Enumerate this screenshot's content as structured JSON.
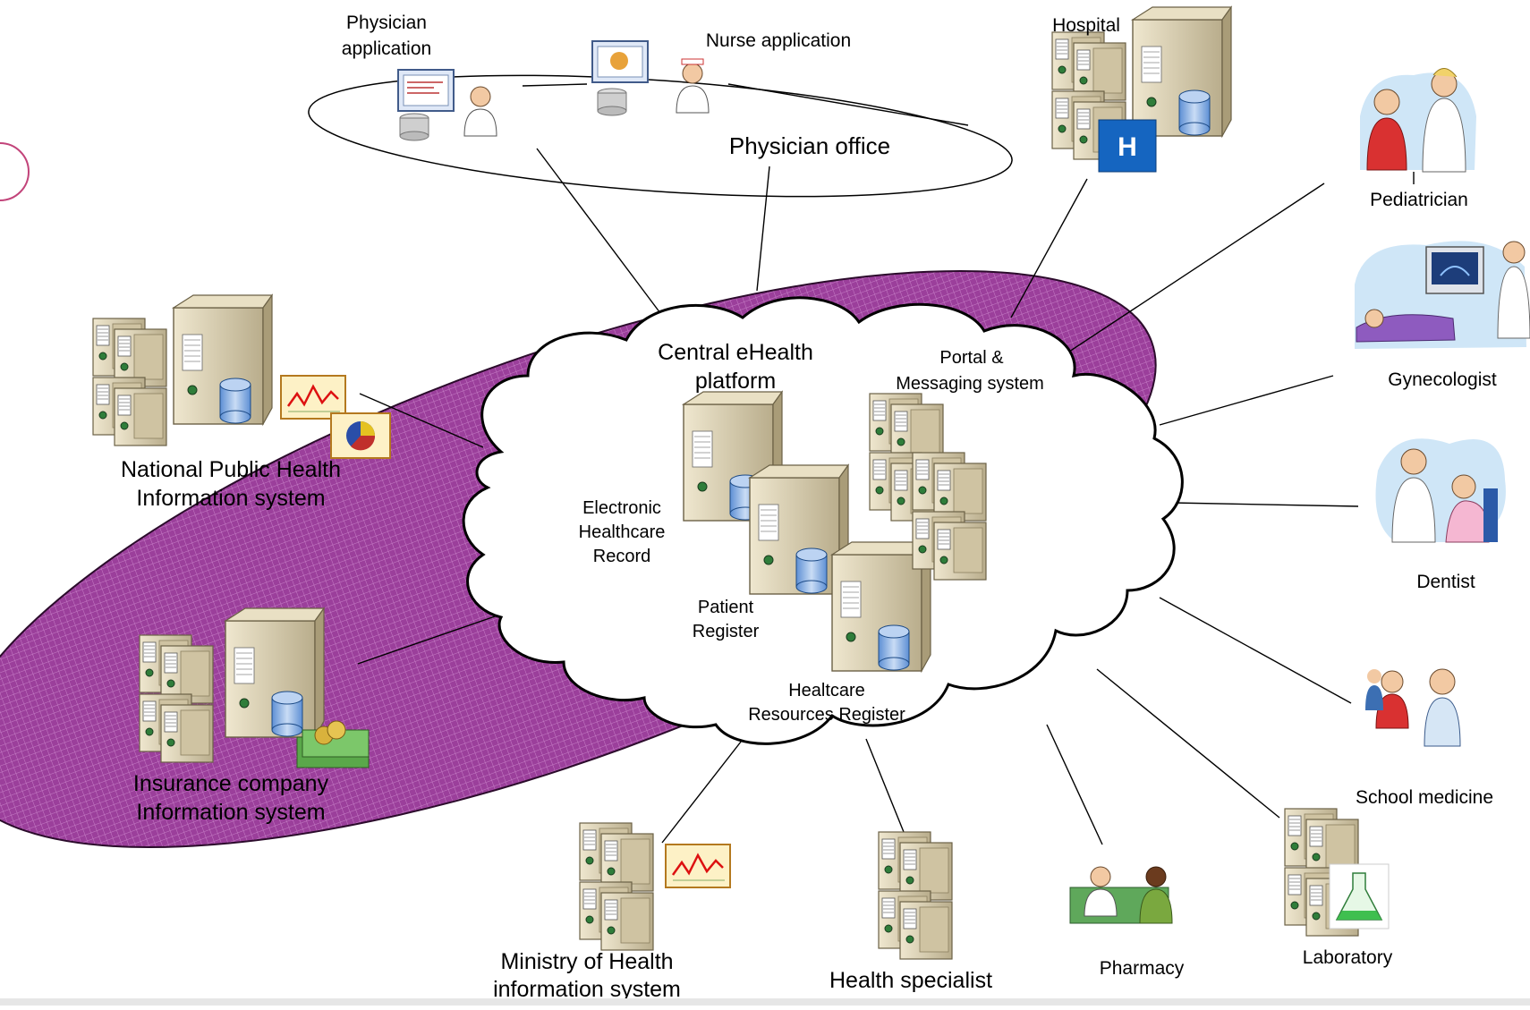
{
  "physician_office": {
    "title": "Physician office",
    "physician_app": [
      "Physician",
      "application"
    ],
    "nurse_app": "Nurse application"
  },
  "hospital": {
    "label": "Hospital",
    "badge": "H"
  },
  "central": {
    "title": [
      "Central eHealth",
      "platform"
    ]
  },
  "portal": [
    "Portal &",
    "Messaging system"
  ],
  "ehr": [
    "Electronic",
    "Healthcare",
    "Record"
  ],
  "patient_register": [
    "Patient",
    "Register"
  ],
  "resources_register": [
    "Healtcare",
    "Resources Register"
  ],
  "national": [
    "National Public Health",
    "Information system"
  ],
  "insurance": [
    "Insurance company",
    "Information system"
  ],
  "ministry": [
    "Ministry of Health",
    "information system"
  ],
  "health_specialist": "Health specialist",
  "pharmacy": "Pharmacy",
  "laboratory": "Laboratory",
  "school_medicine": "School medicine",
  "dentist": "Dentist",
  "gynecologist": "Gynecologist",
  "pediatrician": "Pediatrician",
  "colors": {
    "ellipse_fill": "#9b3f9b",
    "ellipse_grid": "#c77fc7",
    "server_body": "#d9ceb0",
    "hospital_badge": "#1565c0"
  }
}
